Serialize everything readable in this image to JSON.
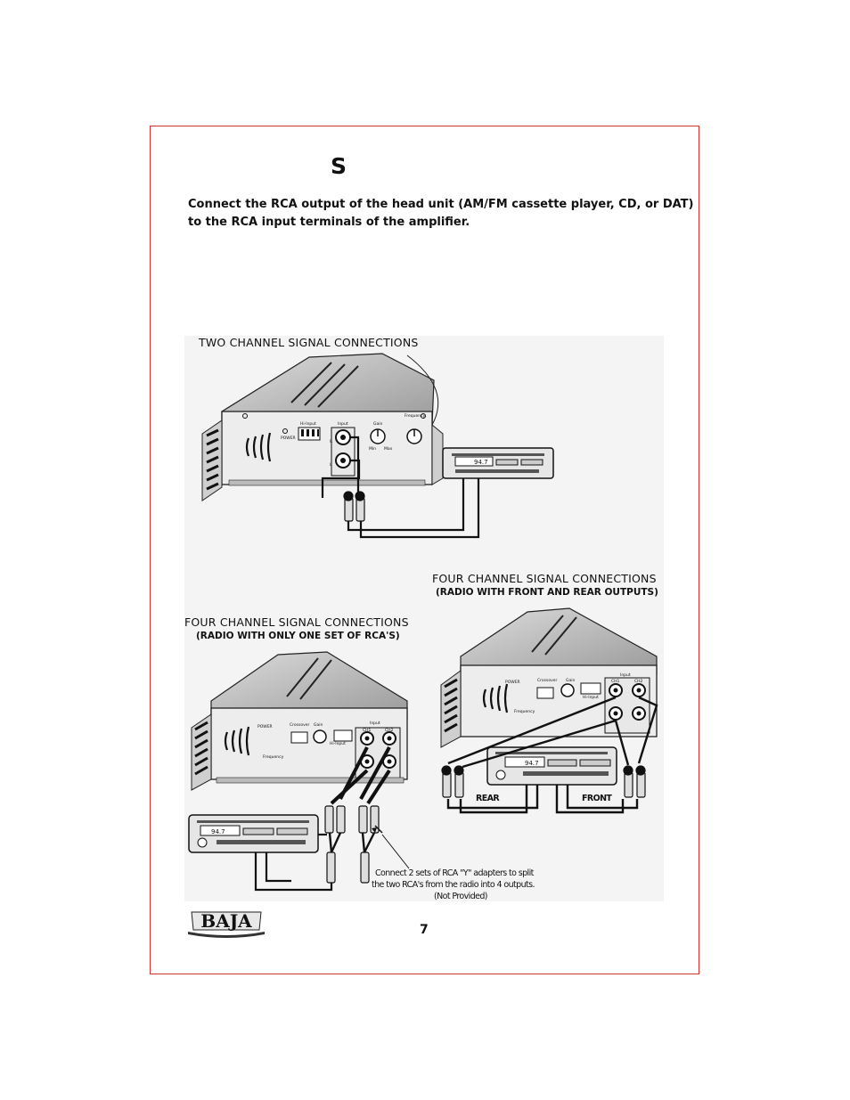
{
  "page": {
    "heading": "S",
    "intro_line1": "Connect the RCA output of the head unit (AM/FM cassette player, CD, or DAT)",
    "intro_line2": "to the RCA input terminals of the amplifier.",
    "page_number": "7"
  },
  "diagram": {
    "two_channel_title": "TWO CHANNEL SIGNAL CONNECTIONS",
    "four_channel_front_rear_title": "FOUR CHANNEL SIGNAL CONNECTIONS",
    "four_channel_front_rear_subtitle": "(RADIO WITH FRONT AND REAR OUTPUTS)",
    "four_channel_one_set_title": "FOUR CHANNEL SIGNAL CONNECTIONS",
    "four_channel_one_set_subtitle": "(RADIO WITH ONLY ONE SET OF RCA'S)",
    "radio_display_1": "94.7",
    "radio_display_2": "94.7",
    "radio_display_3": "94.7",
    "rear_label": "REAR",
    "front_label": "FRONT",
    "note_line1": "Connect 2 sets of RCA \"Y\" adapters to split",
    "note_line2": "the two RCA's from the radio into 4 outputs.",
    "note_line3": "(Not Provided)",
    "amp_labels": {
      "hi_input": "Hi-Input",
      "input": "Input",
      "gain": "Gain",
      "frequency": "Frequency",
      "crossover": "Crossover",
      "power": "POWER",
      "min": "Min",
      "max": "Max",
      "ch1": "CH1",
      "ch2": "CH2",
      "r": "R",
      "l": "L"
    }
  },
  "logo": {
    "text": "BAJA"
  },
  "colors": {
    "frame": "#d0342c",
    "wire": "#111111",
    "diagram_bg": "#f4f4f4"
  }
}
